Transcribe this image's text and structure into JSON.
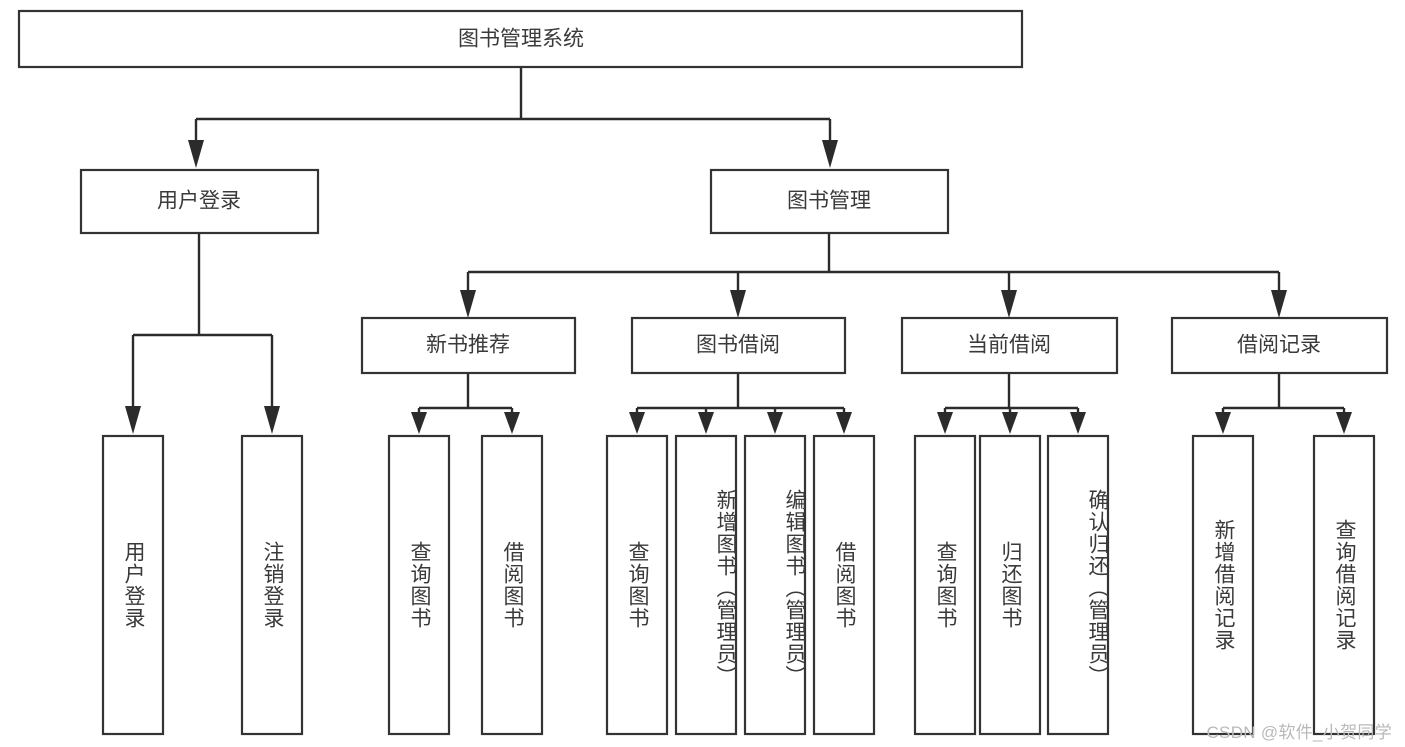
{
  "diagram": {
    "type": "tree-hierarchy",
    "title": "图书管理系统",
    "root": {
      "label": "图书管理系统",
      "orientation": "horizontal"
    },
    "level1": [
      {
        "label": "用户登录",
        "orientation": "horizontal"
      },
      {
        "label": "图书管理",
        "orientation": "horizontal"
      }
    ],
    "level2": [
      {
        "label": "新书推荐",
        "orientation": "horizontal",
        "parent": "图书管理"
      },
      {
        "label": "图书借阅",
        "orientation": "horizontal",
        "parent": "图书管理"
      },
      {
        "label": "当前借阅",
        "orientation": "horizontal",
        "parent": "图书管理"
      },
      {
        "label": "借阅记录",
        "orientation": "horizontal",
        "parent": "图书管理"
      }
    ],
    "leaves": [
      {
        "label": "用户登录",
        "orientation": "vertical",
        "parent": "用户登录"
      },
      {
        "label": "注销登录",
        "orientation": "vertical",
        "parent": "用户登录"
      },
      {
        "label": "查询图书",
        "orientation": "vertical",
        "parent": "新书推荐"
      },
      {
        "label": "借阅图书",
        "orientation": "vertical",
        "parent": "新书推荐"
      },
      {
        "label": "查询图书",
        "orientation": "vertical",
        "parent": "图书借阅"
      },
      {
        "label": "新增图书（管理员）",
        "orientation": "vertical",
        "parent": "图书借阅"
      },
      {
        "label": "编辑图书（管理员）",
        "orientation": "vertical",
        "parent": "图书借阅"
      },
      {
        "label": "借阅图书",
        "orientation": "vertical",
        "parent": "图书借阅"
      },
      {
        "label": "查询图书",
        "orientation": "vertical",
        "parent": "当前借阅"
      },
      {
        "label": "归还图书",
        "orientation": "vertical",
        "parent": "当前借阅"
      },
      {
        "label": "确认归还（管理员）",
        "orientation": "vertical",
        "parent": "当前借阅"
      },
      {
        "label": "新增借阅记录",
        "orientation": "vertical",
        "parent": "借阅记录"
      },
      {
        "label": "查询借阅记录",
        "orientation": "vertical",
        "parent": "借阅记录"
      }
    ],
    "colors": {
      "box_stroke": "#333333",
      "box_fill": "#ffffff",
      "connector": "#2b2b2b",
      "text": "#3a3a3a",
      "background": "#ffffff",
      "watermark": "#b9b9b9"
    }
  },
  "watermark": {
    "text": "CSDN @软件_小贺同学"
  }
}
